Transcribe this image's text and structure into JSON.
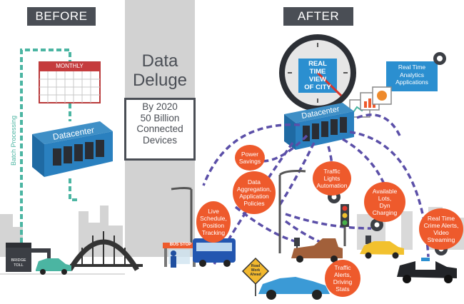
{
  "left_panel": {
    "banner": "BEFORE",
    "calendar_label": "MONTHLY",
    "datacenter_label": "Datacenter",
    "batch_label": "Batch Processing",
    "toll_label": "BRIDGE\nTOLL"
  },
  "middle_panel": {
    "title": "Data\nDeluge",
    "stat": "By 2020\n50 Billion\nConnected\nDevices"
  },
  "right_panel": {
    "banner": "AFTER",
    "clock_label": "REAL\nTIME\nVIEW\nOF CITY",
    "datacenter_label": "Datacenter",
    "analytics_label": "Real Time\nAnalytics\nApplications",
    "bus_stop_label": "BUS STOP",
    "road_sign_label": "Road\nWork\nAhead",
    "bubbles": [
      "Power\nSavings",
      "Data\nAggregation,\nApplication\nPolicies",
      "Traffic\nLights\nAutomation",
      "Available\nLots,\nDyn\nCharging",
      "Live\nSchedule,\nPosition\nTracking",
      "Real Time\nCrime Alerts,\nVideo\nStreaming",
      "Traffic\nAlerts,\nDriving\nStats"
    ]
  },
  "colors": {
    "banner": "#4a4e55",
    "teal": "#4bb5a2",
    "orange": "#ee5a2c",
    "blue": "#2b8fd0",
    "purple_dashed": "#5b4fa8",
    "gray_column": "#d2d2d2"
  }
}
